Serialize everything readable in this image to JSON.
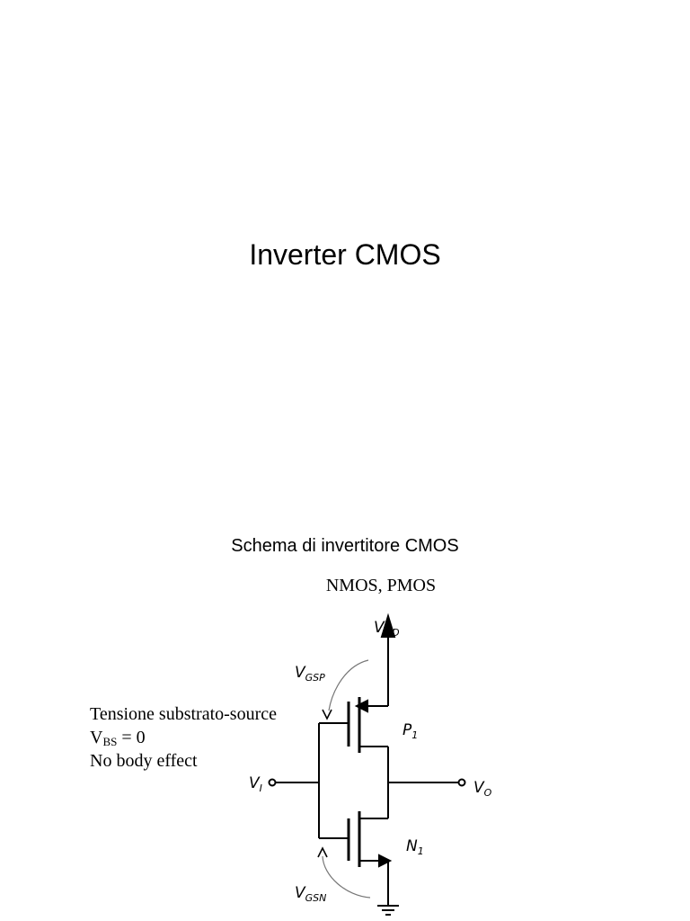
{
  "slide1": {
    "title": "Inverter CMOS"
  },
  "slide2": {
    "subtitle": "Schema di invertitore CMOS",
    "transistor_types": "NMOS, PMOS",
    "note": {
      "line1": "Tensione substrato-source",
      "vbs_symbol": "V",
      "vbs_subscript": "BS",
      "vbs_value": " = 0",
      "line3": "No body effect"
    },
    "circuit": {
      "vdd": {
        "main": "V",
        "sub": "DD"
      },
      "vgsp": {
        "main": "V",
        "sub": "GSP"
      },
      "vi": {
        "main": "V",
        "sub": "I"
      },
      "vo": {
        "main": "V",
        "sub": "O"
      },
      "p1": {
        "main": "P",
        "sub": "1"
      },
      "n1": {
        "main": "N",
        "sub": "1"
      },
      "vgsn": {
        "main": "V",
        "sub": "GSN"
      }
    }
  }
}
